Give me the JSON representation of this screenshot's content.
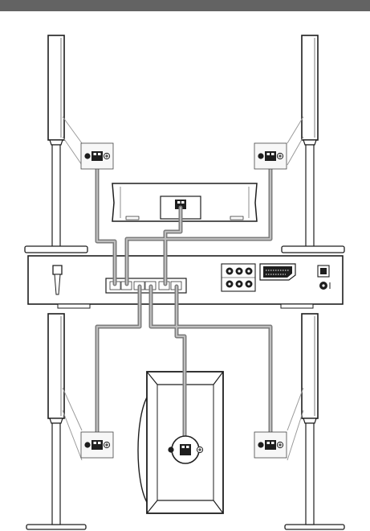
{
  "diagram": {
    "header_bar_color": "#636363",
    "line_color": "#1e1e1e",
    "cable_color": "#8f8f8f",
    "panel_fill": "#ffffff",
    "label_fill": "#f3f3f3",
    "speakers": [
      {
        "id": "front-left",
        "icon": "tall-speaker-icon"
      },
      {
        "id": "front-right",
        "icon": "tall-speaker-icon"
      },
      {
        "id": "surround-left",
        "icon": "tall-speaker-icon"
      },
      {
        "id": "surround-right",
        "icon": "tall-speaker-icon"
      },
      {
        "id": "center",
        "icon": "center-speaker-icon"
      },
      {
        "id": "subwoofer",
        "icon": "subwoofer-icon"
      }
    ],
    "terminal_icon": "speaker-terminal-icon",
    "main_unit_icon": "receiver-unit-icon"
  }
}
